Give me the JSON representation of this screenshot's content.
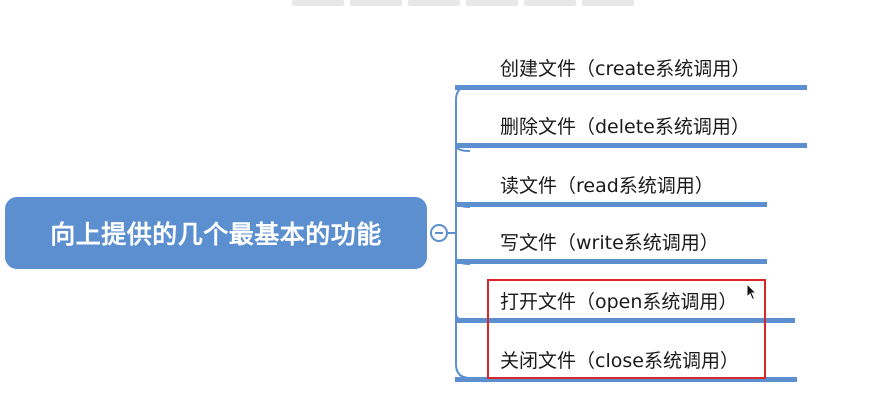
{
  "root": {
    "label": "向上提供的几个最基本的功能"
  },
  "branches": [
    {
      "label": "创建文件（create系统调用）"
    },
    {
      "label": "删除文件（delete系统调用）"
    },
    {
      "label": "读文件（read系统调用）"
    },
    {
      "label": "写文件（write系统调用）"
    },
    {
      "label": "打开文件（open系统调用）"
    },
    {
      "label": "关闭文件（close系统调用）"
    }
  ],
  "highlight": {
    "color": "#d9262a",
    "covers": [
      "打开文件（open系统调用）",
      "关闭文件（close系统调用）"
    ]
  },
  "colors": {
    "node": "#5b8fcf",
    "text": "#1a1a1a",
    "background": "#ffffff"
  },
  "icons": {
    "toggle": "collapse-minus-icon",
    "cursor": "mouse-pointer-icon"
  }
}
